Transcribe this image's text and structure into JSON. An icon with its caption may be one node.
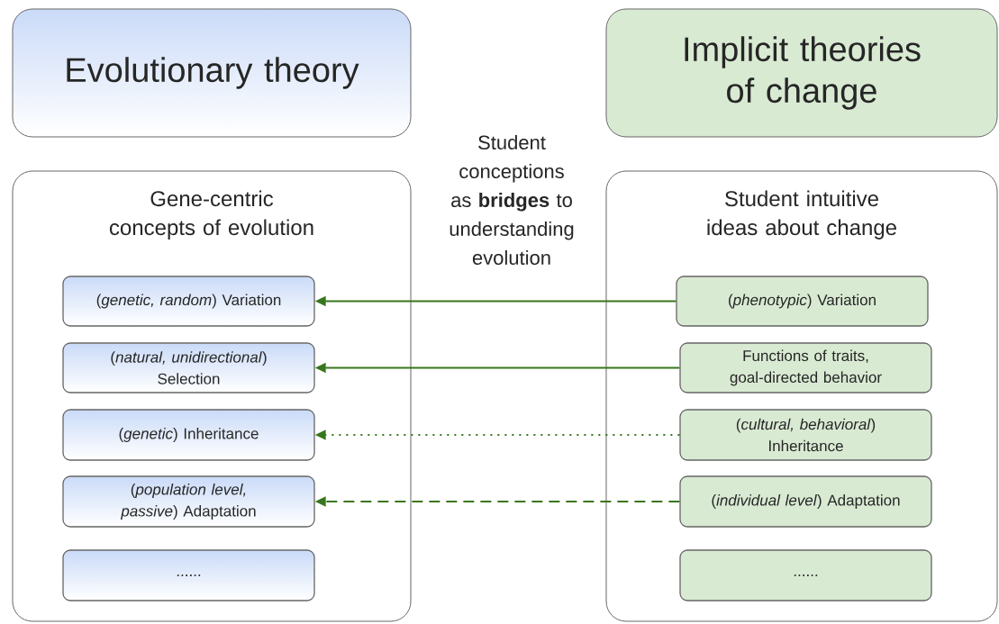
{
  "diagram": {
    "nodes": [
      {
        "text": [
          "Evolutionary theory"
        ]
      },
      {
        "text": [
          "Implicit theories of change"
        ]
      },
      {
        "text": [
          "Gene-centric concepts of evolution"
        ]
      },
      {
        "text": [
          "(*genetic, random*) Variation"
        ],
        "in": 2
      },
      {
        "text": [
          "(*natural, unidirectional*) Selection"
        ],
        "in": 2
      },
      {
        "text": [
          "(*genetic*) Inheritance"
        ],
        "in": 2
      },
      {
        "text": [
          "(*population level, passive*) Adaptation"
        ],
        "in": 2
      },
      {
        "text": [
          "......"
        ],
        "in": 2
      },
      {
        "text": [
          "Student intuitive ideas about change"
        ]
      },
      {
        "text": [
          "(*phenotypic*) Variation"
        ],
        "in": 8
      },
      {
        "text": [
          "Functions of traits, goal-directed behavior"
        ],
        "in": 8
      },
      {
        "text": [
          "(*cultural, behavioral*) Inheritance"
        ],
        "in": 8
      },
      {
        "text": [
          "(*individual level*) Adaptation"
        ],
        "in": 8
      },
      {
        "text": [
          "......"
        ],
        "in": 8
      }
    ],
    "edges": [
      {
        "from": 9,
        "to": 3,
        "arrow": "to"
      },
      {
        "from": 10,
        "to": 4,
        "arrow": "to"
      },
      {
        "from": 11,
        "to": 5,
        "arrow": "to",
        "style": "dashed"
      },
      {
        "from": 12,
        "to": 6,
        "arrow": "to",
        "style": "dashed"
      }
    ],
    "labels": [
      "Student conceptions as **bridges** to understanding evolution"
    ]
  }
}
